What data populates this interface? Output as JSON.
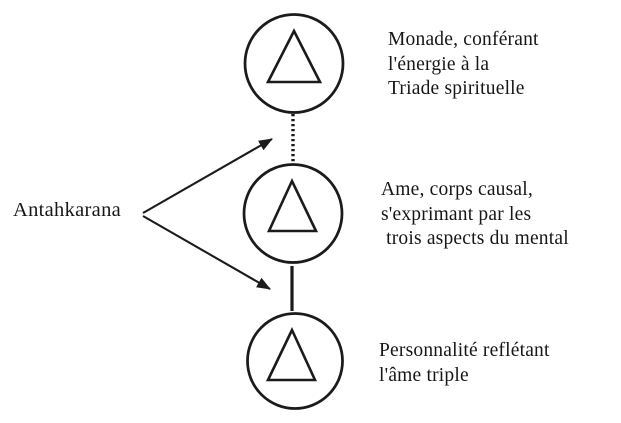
{
  "colors": {
    "ink": "#1b1b1b",
    "background": "#ffffff"
  },
  "left_label": "Antahkarana",
  "symbols": {
    "node_icon": "triangle-in-circle"
  },
  "connectors": {
    "monade_to_ame": "dotted",
    "ame_to_personnalite": "solid"
  },
  "nodes": [
    {
      "id": "monade",
      "lines": [
        "Monade, conférant",
        "l'énergie à la",
        "Triade spirituelle"
      ]
    },
    {
      "id": "ame",
      "lines": [
        "Ame, corps causal,",
        "s'exprimant par les",
        " trois aspects du mental"
      ]
    },
    {
      "id": "personnalite",
      "lines": [
        "Personnalité reflétant",
        "l'âme triple"
      ]
    }
  ]
}
